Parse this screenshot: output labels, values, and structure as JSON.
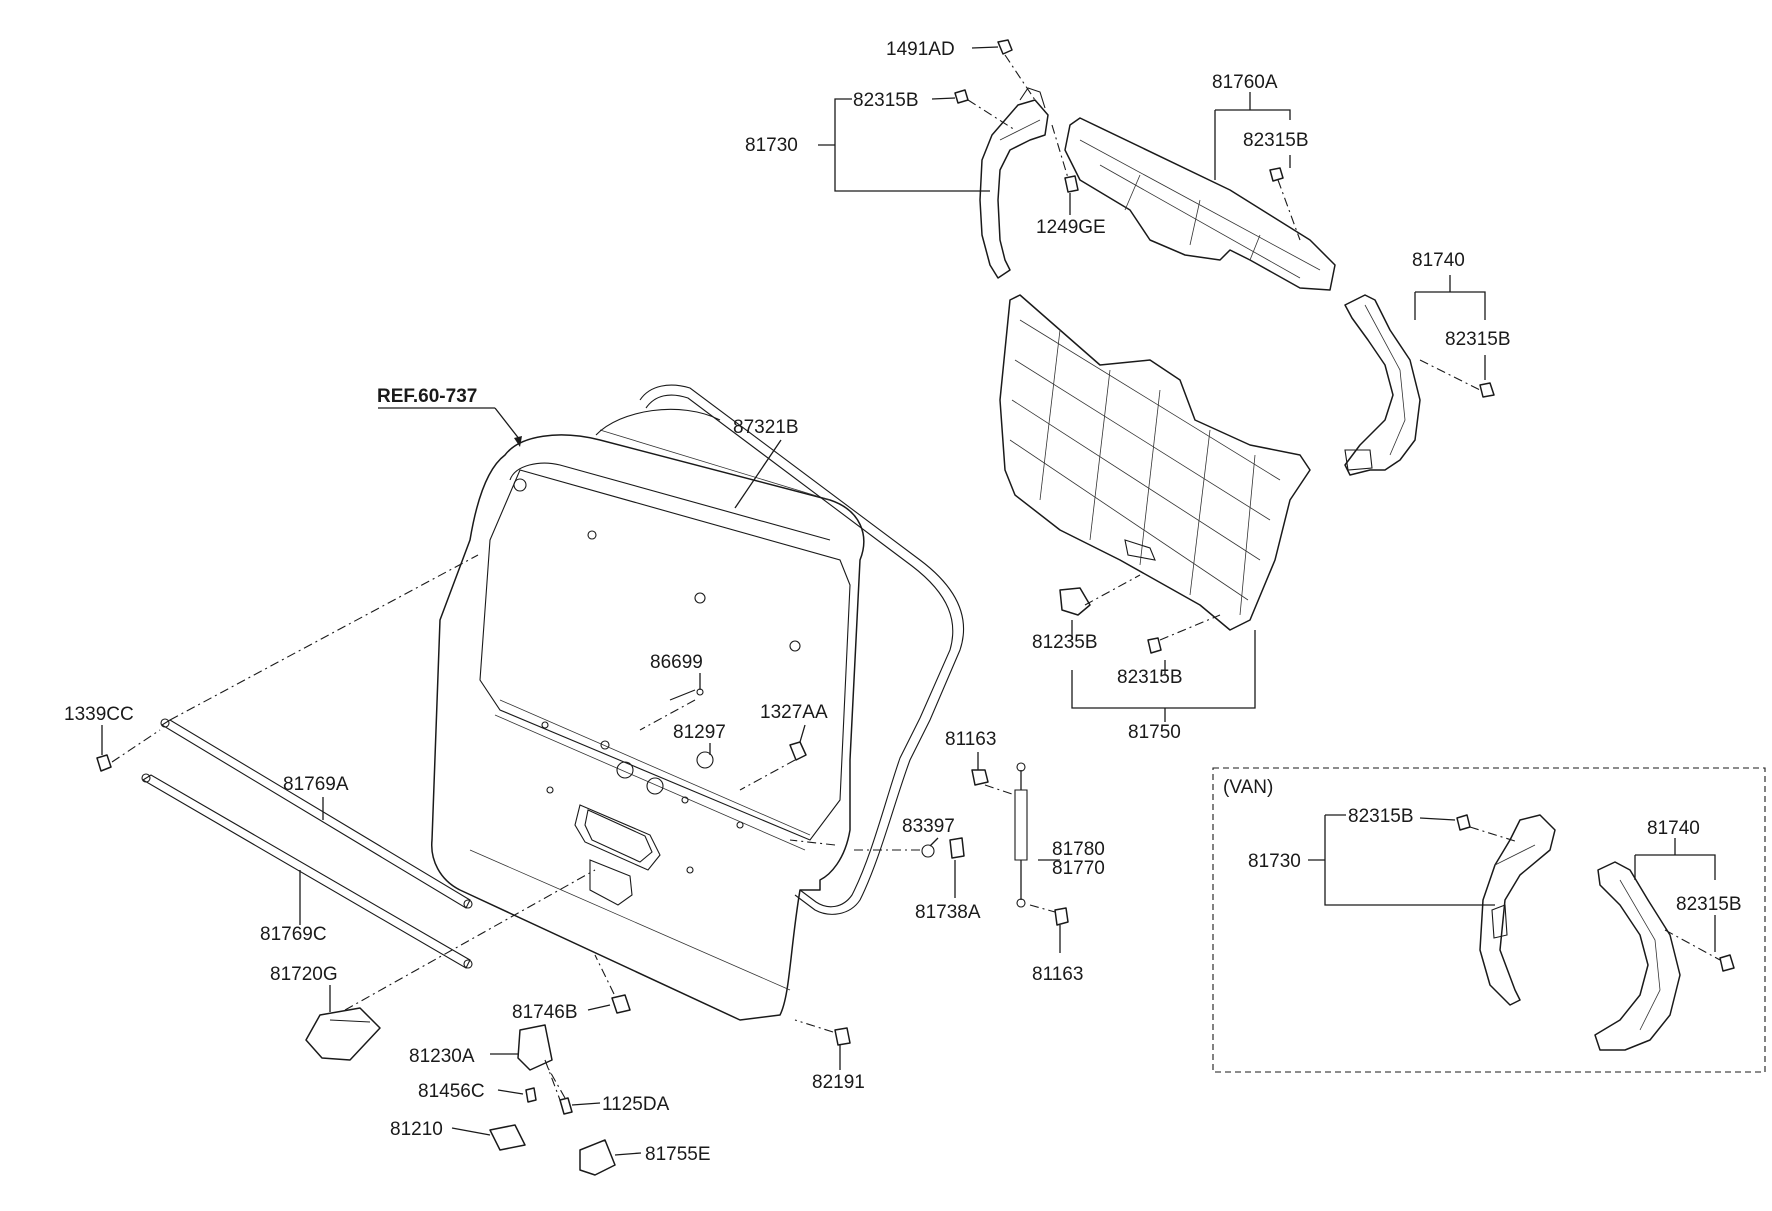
{
  "reference": "REF.60-737",
  "inset_title": "(VAN)",
  "labels": {
    "p1491AD": "1491AD",
    "p82315B_a": "82315B",
    "p81730": "81730",
    "p1249GE": "1249GE",
    "p81760A": "81760A",
    "p82315B_b": "82315B",
    "p81740": "81740",
    "p82315B_c": "82315B",
    "p87321B": "87321B",
    "p81235B": "81235B",
    "p82315B_d": "82315B",
    "p81750": "81750",
    "p86699": "86699",
    "p81297": "81297",
    "p1327AA": "1327AA",
    "p1339CC": "1339CC",
    "p81769A": "81769A",
    "p81163_a": "81163",
    "p83397": "83397",
    "p81780": "81780",
    "p81770": "81770",
    "p81738A": "81738A",
    "p81163_b": "81163",
    "p81769C": "81769C",
    "p81720G": "81720G",
    "p81746B": "81746B",
    "p81230A": "81230A",
    "p81456C": "81456C",
    "p1125DA": "1125DA",
    "p81210": "81210",
    "p81755E": "81755E",
    "p82191": "82191",
    "van_82315B_a": "82315B",
    "van_81730": "81730",
    "van_81740": "81740",
    "van_82315B_b": "82315B"
  }
}
